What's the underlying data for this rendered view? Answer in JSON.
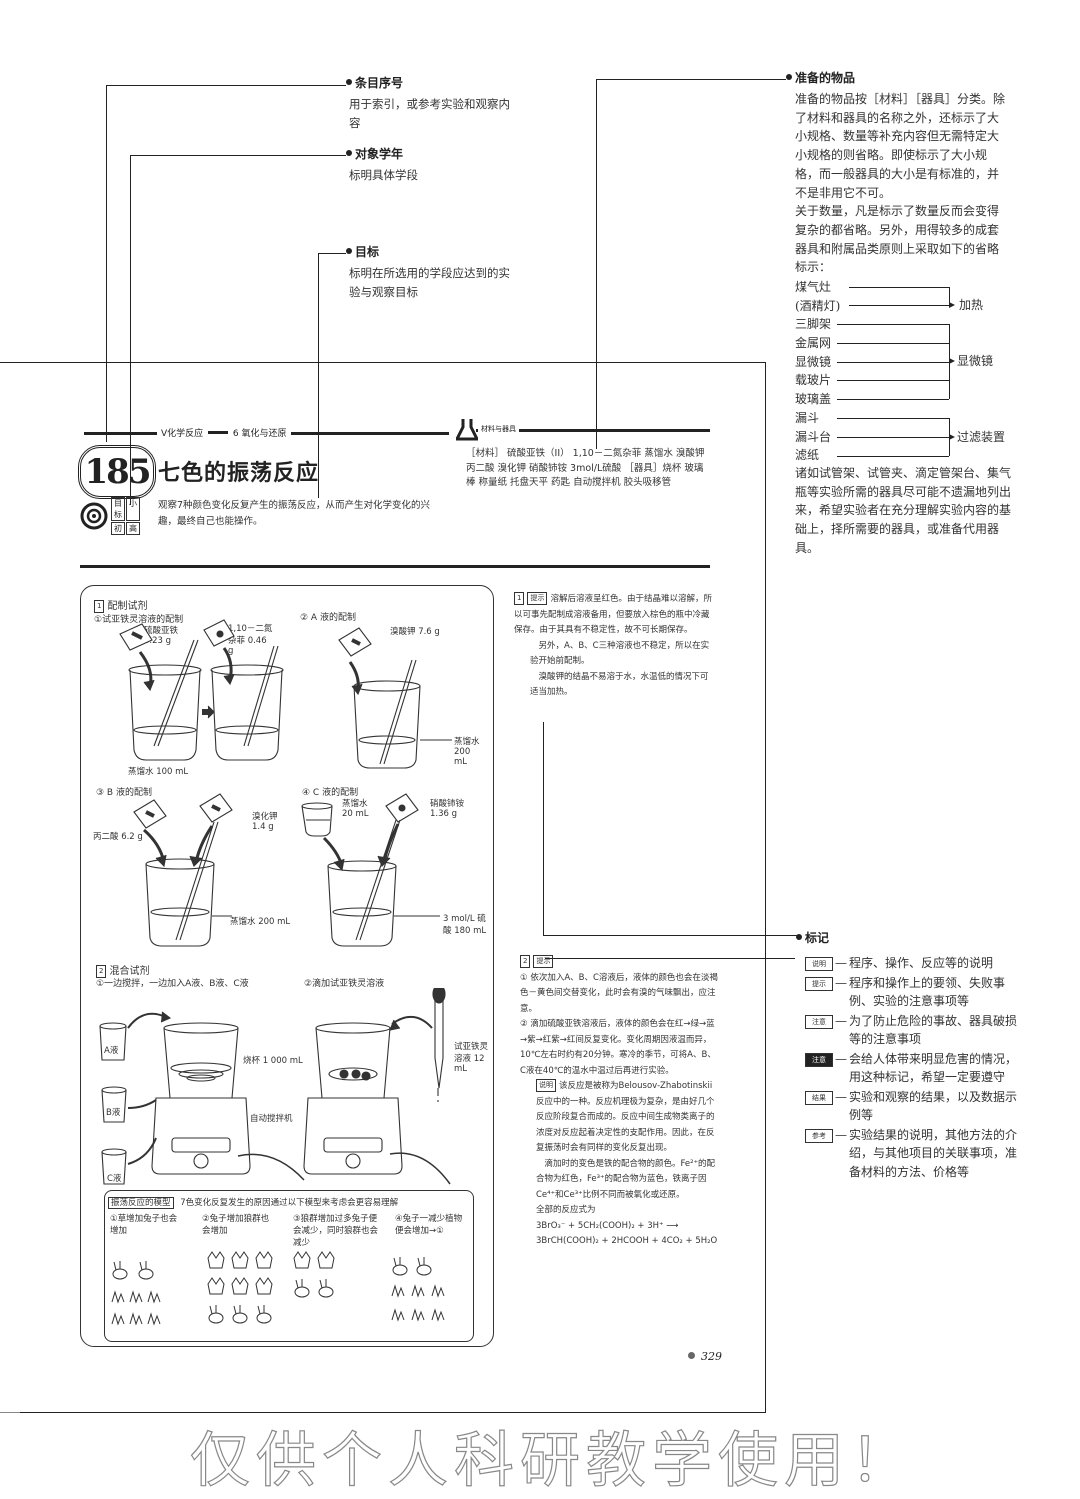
{
  "callouts": {
    "entry_number": {
      "title": "条目序号",
      "text": "用于索引，或参考实验和观察内容"
    },
    "target_grade": {
      "title": "对象学年",
      "text": "标明具体学段"
    },
    "goal": {
      "title": "目标",
      "text": "标明在所选用的学段应达到的实验与观察目标"
    },
    "materials": {
      "title": "准备的物品",
      "p1": "准备的物品按［材料］［器具］分类。除了材料和器具的名称之外，还标示了大小规格、数量等补充内容但无需特定大小规格的则省略。即使标示了大小规格，而一般器具的大小是有标准的，并不是非用它不可。",
      "p2": "关于数量，凡是标示了数量反而会变得复杂的都省略。另外，用得较多的成套器具和附属品类原则上采取如下的省略标示：",
      "p3": "诸如试管架、试管夹、滴定管架台、集气瓶等实验所需的器具尽可能不遗漏地列出来，希望实验者在充分理解实验内容的基础上，择所需要的器具，或准备代用器具。"
    },
    "marks": {
      "title": "标记"
    }
  },
  "equipment_groups": [
    {
      "items": [
        "煤气灶",
        "(酒精灯)"
      ],
      "result": "加热"
    },
    {
      "items": [
        "三脚架",
        "金属网",
        "显微镜",
        "载玻片",
        "玻璃盖"
      ],
      "result": "显微镜"
    },
    {
      "items": [
        "漏斗",
        "漏斗台",
        "滤纸"
      ],
      "result": "过滤装置"
    }
  ],
  "marks": [
    {
      "label": "说明",
      "text": "程序、操作、反应等的说明",
      "dark": false
    },
    {
      "label": "提示",
      "text": "程序和操作上的要领、失败事例、实验的注意事项等",
      "dark": false
    },
    {
      "label": "注意",
      "text": "为了防止危险的事故、器具破损等的注意事项",
      "dark": false
    },
    {
      "label": "注意",
      "text": "会给人体带来明显危害的情况，用这种标记，希望一定要遵守",
      "dark": true
    },
    {
      "label": "结果",
      "text": "实验和观察的结果，以及数据示例等",
      "dark": false
    },
    {
      "label": "参考",
      "text": "实验结果的说明，其他方法的介绍，与其他项目的关联事项，准备材料的方法、价格等",
      "dark": false
    }
  ],
  "header": {
    "category": "V化学反应",
    "subcategory": "6 氧化与还原",
    "number": "185",
    "title": "七色的振荡反应",
    "grade_tags": [
      "目标",
      "小",
      "初",
      "高"
    ],
    "goal_text": "观察7种颜色变化反复产生的振荡反应，从而产生对化学变化的兴趣，最终自己也能操作。",
    "materials_label": "材料与器具",
    "materials_list": "［材料］ 硫酸亚铁（II） 1,10－二氮杂菲 蒸馏水 溴酸钾 丙二酸 溴化钾 硝酸铈铵 3mol/L硫酸 ［器具］烧杯 玻璃棒 称量纸 托盘天平 药匙 自动搅拌机 胶头吸移管"
  },
  "figure": {
    "s1_title": "配制试剂",
    "s1_1": "①试亚铁灵溶液的配制",
    "s1_1_a": "硫酸亚铁 0.23 g",
    "s1_1_b": "1,10－二氮杂菲 0.46 g",
    "s1_1_water": "蒸馏水 100 mL",
    "s1_2": "② A 液的配制",
    "s1_2_a": "溴酸钾 7.6 g",
    "s1_2_water": "蒸馏水 200 mL",
    "s1_3": "③ B 液的配制",
    "s1_3_a": "丙二酸 6.2 g",
    "s1_3_b": "溴化钾 1.4 g",
    "s1_3_water": "蒸馏水 200 mL",
    "s1_4": "④ C 液的配制",
    "s1_4_a": "蒸馏水 20 mL",
    "s1_4_b": "硝酸铈铵 1.36 g",
    "s1_4_c": "3 mol/L 硫酸 180 mL",
    "s2_title": "混合试剂",
    "s2_1": "①一边搅拌，一边加入A液、B液、C液",
    "s2_2": "②滴加试亚铁灵溶液",
    "s2_beaker": "烧杯 1 000 mL",
    "s2_stirrer": "自动搅拌机",
    "s2_dropper": "试亚铁灵溶液 12 mL",
    "s2_a": "A液",
    "s2_b": "B液",
    "s2_c": "C液",
    "model_title": "振荡反应的模型",
    "model_desc": "7色变化反复发生的原因通过以下模型来考虑会更容易理解",
    "model_1": "①草增加兔子也会增加",
    "model_2": "②兔子增加狼群也会增加",
    "model_3": "③狼群增加过多兔子便会减少，同时狼群也会减少",
    "model_4": "④兔子一减少植物便会增加→①"
  },
  "notes": {
    "n1_tag": "提示",
    "n1_p1": "溶解后溶液呈红色。由于结晶难以溶解，所以可事先配制成溶液备用，但要放入棕色的瓶中冷藏保存。由于其具有不稳定性，故不可长期保存。",
    "n1_p2": "另外，A、B、C三种溶液也不稳定，所以在实验开始前配制。",
    "n1_p3": "溴酸钾的结晶不易溶于水，水温低的情况下可适当加热。",
    "n2_tag": "提示",
    "n2_i1": "① 依次加入A、B、C溶液后，液体的颜色也会在淡褐色－黄色间交替变化，此时会有溴的气味飘出，应注意。",
    "n2_i2": "② 滴加硫酸亚铁溶液后，液体的颜色会在红→绿→蓝→紫→红紫→红间反复变化。变化周期因液温而异，10℃左右时约有20分钟。寒冷的季节，可将A、B、C液在40℃的温水中温过后再进行实验。",
    "n2_tag2": "说明",
    "n2_p1": "该反应是被称为Belousov-Zhabotinskii反应中的一种。反应机理极为复杂，是由好几个反应阶段复合而成的。反应中间生成物类离子的浓度对反应起着决定性的支配作用。因此，在反复振荡时会有同样的变化反复出现。",
    "n2_p2": "滴加时的变色是铁的配合物的颜色。Fe²⁺的配合物为红色，Fe³⁺的配合物为蓝色，铁离子因Ce⁴⁺和Ce³⁺比例不同而被氧化或还原。",
    "n2_p3": "全部的反应式为",
    "eq1": "3BrO₃⁻ + 5CH₂(COOH)₂ + 3H⁺ ⟶",
    "eq2": "3BrCH(COOH)₂ + 2HCOOH + 4CO₂ + 5H₂O"
  },
  "page_number": "329",
  "watermark": "仅供个人科研教学使用！"
}
